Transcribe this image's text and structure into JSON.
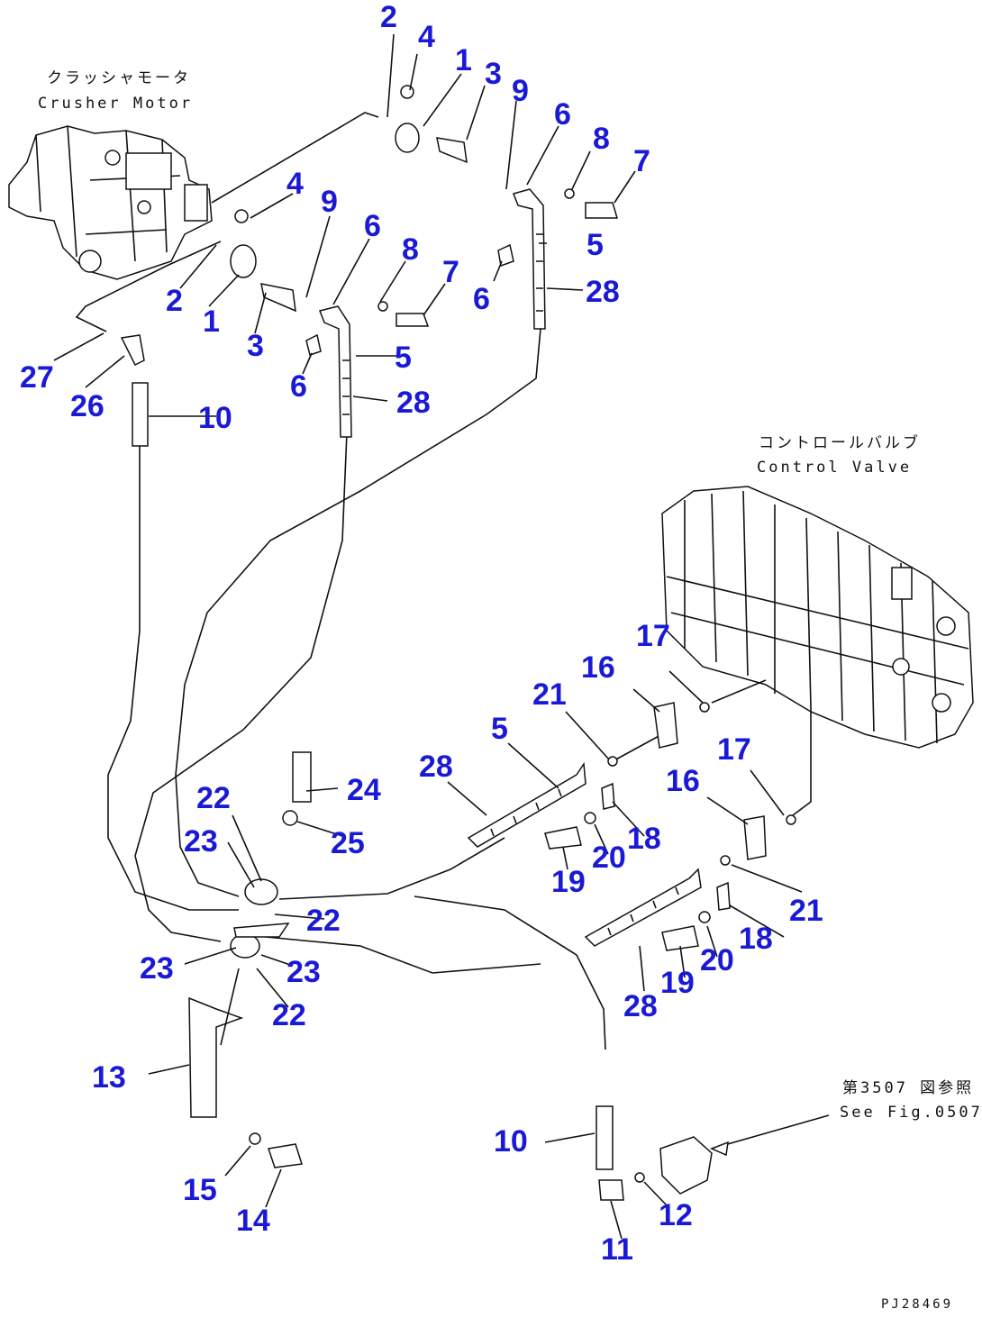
{
  "labels": {
    "crusher_motor_jp": "クラッシャモータ",
    "crusher_motor_en": "Crusher Motor",
    "control_valve_jp": "コントロールバルブ",
    "control_valve_en": "Control Valve",
    "see_fig_jp": "第3507 図参照",
    "see_fig_en": "See Fig.0507",
    "drawing_id": "PJ28469"
  },
  "callouts": [
    {
      "id": "c1",
      "text": "2"
    },
    {
      "id": "c2",
      "text": "4"
    },
    {
      "id": "c3",
      "text": "1"
    },
    {
      "id": "c4",
      "text": "3"
    },
    {
      "id": "c5",
      "text": "9"
    },
    {
      "id": "c6",
      "text": "6"
    },
    {
      "id": "c7",
      "text": "8"
    },
    {
      "id": "c8",
      "text": "7"
    },
    {
      "id": "c9",
      "text": "4"
    },
    {
      "id": "c10",
      "text": "9"
    },
    {
      "id": "c11",
      "text": "6"
    },
    {
      "id": "c12",
      "text": "8"
    },
    {
      "id": "c13",
      "text": "7"
    },
    {
      "id": "c14",
      "text": "5"
    },
    {
      "id": "c15",
      "text": "2"
    },
    {
      "id": "c16",
      "text": "1"
    },
    {
      "id": "c17",
      "text": "3"
    },
    {
      "id": "c18",
      "text": "6"
    },
    {
      "id": "c19",
      "text": "28"
    },
    {
      "id": "c20",
      "text": "27"
    },
    {
      "id": "c21",
      "text": "26"
    },
    {
      "id": "c22",
      "text": "10"
    },
    {
      "id": "c23",
      "text": "6"
    },
    {
      "id": "c24",
      "text": "5"
    },
    {
      "id": "c25",
      "text": "28"
    },
    {
      "id": "c26",
      "text": "17"
    },
    {
      "id": "c27",
      "text": "16"
    },
    {
      "id": "c28",
      "text": "21"
    },
    {
      "id": "c29",
      "text": "5"
    },
    {
      "id": "c30",
      "text": "28"
    },
    {
      "id": "c31",
      "text": "17"
    },
    {
      "id": "c32",
      "text": "16"
    },
    {
      "id": "c33",
      "text": "22"
    },
    {
      "id": "c34",
      "text": "24"
    },
    {
      "id": "c35",
      "text": "23"
    },
    {
      "id": "c36",
      "text": "25"
    },
    {
      "id": "c37",
      "text": "18"
    },
    {
      "id": "c38",
      "text": "20"
    },
    {
      "id": "c39",
      "text": "19"
    },
    {
      "id": "c40",
      "text": "22"
    },
    {
      "id": "c41",
      "text": "21"
    },
    {
      "id": "c42",
      "text": "18"
    },
    {
      "id": "c43",
      "text": "23"
    },
    {
      "id": "c44",
      "text": "23"
    },
    {
      "id": "c45",
      "text": "20"
    },
    {
      "id": "c46",
      "text": "22"
    },
    {
      "id": "c47",
      "text": "19"
    },
    {
      "id": "c48",
      "text": "28"
    },
    {
      "id": "c49",
      "text": "13"
    },
    {
      "id": "c50",
      "text": "10"
    },
    {
      "id": "c51",
      "text": "15"
    },
    {
      "id": "c52",
      "text": "12"
    },
    {
      "id": "c53",
      "text": "14"
    },
    {
      "id": "c54",
      "text": "11"
    }
  ]
}
